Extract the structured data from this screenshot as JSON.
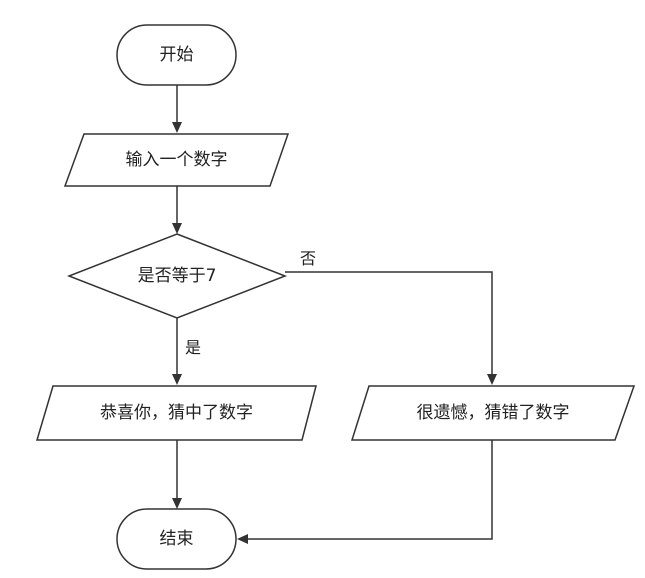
{
  "nodes": {
    "start": {
      "label": "开始"
    },
    "input": {
      "label": "输入一个数字"
    },
    "decision": {
      "label": "是否等于7"
    },
    "success": {
      "label": "恭喜你，猜中了数字"
    },
    "failure": {
      "label": "很遗憾，猜错了数字"
    },
    "end": {
      "label": "结束"
    }
  },
  "edges": {
    "yes": {
      "label": "是"
    },
    "no": {
      "label": "否"
    }
  }
}
